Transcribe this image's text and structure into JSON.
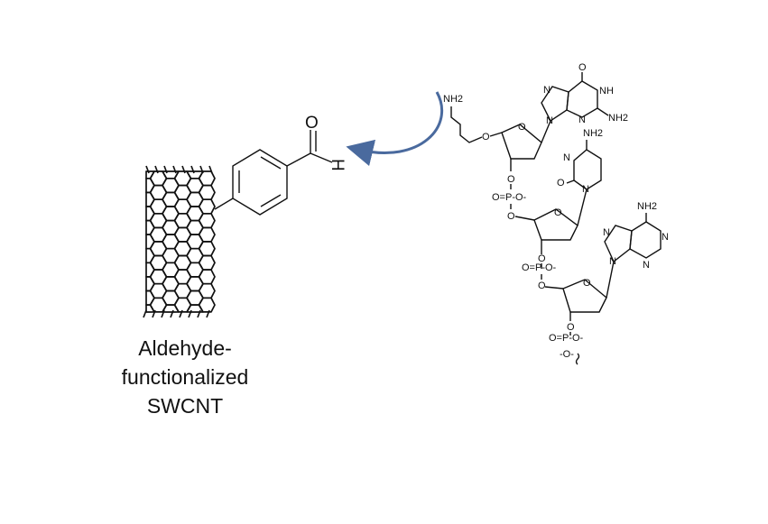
{
  "caption": {
    "line1": "Aldehyde-",
    "line2": "functionalized",
    "line3": "SWCNT"
  },
  "aldehyde": {
    "oxygen": "O",
    "hydrogen": "H"
  },
  "dna": {
    "linker_amine": "NH2",
    "linker_oxygen": "O",
    "sugar1_oxygen": "O",
    "sugar2_oxygen": "O",
    "sugar3_oxygen": "O",
    "guanine": {
      "O": "O",
      "NH": "NH",
      "N7": "N",
      "N9": "N",
      "N3": "N",
      "NH2": "NH2"
    },
    "cytosine": {
      "NH2": "NH2",
      "N3": "N",
      "N1": "N",
      "O": "O"
    },
    "adenine": {
      "NH2": "NH2",
      "N7": "N",
      "N9": "N",
      "N1": "N",
      "N3": "N"
    },
    "phosphate": {
      "top": "O",
      "group": "O=P-O-",
      "bottom": "O",
      "terminal_bottom": "-O-"
    }
  },
  "colors": {
    "arrow": "#4a6a9e",
    "aldehyde_h": "#8aa010",
    "ink": "#111111"
  },
  "icons": [
    "swcnt-icon",
    "benzene-ring-icon",
    "curved-arrow-icon",
    "dna-strand-icon"
  ]
}
